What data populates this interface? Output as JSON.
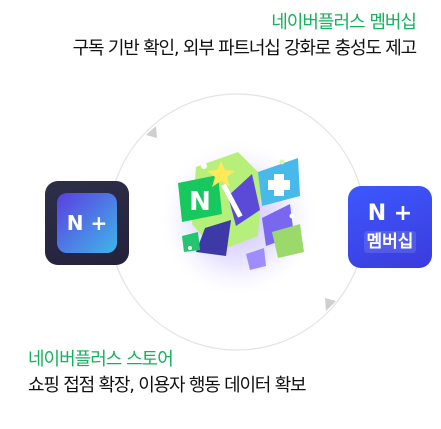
{
  "top": {
    "title": "네이버플러스 멤버십",
    "description": "구독 기반 확인, 외부 파트너십 강화로 충성도 제고"
  },
  "bottom": {
    "title": "네이버플러스 스토어",
    "description": "쇼핑 접점 확장, 이용자 행동 데이터 확보"
  },
  "left_icon": {
    "label": "N +"
  },
  "right_icon": {
    "label": "N +",
    "caption": "멤버십"
  },
  "center_graphic": {
    "label": "N"
  },
  "colors": {
    "accent_green": "#17b15d",
    "text_dark": "#111111",
    "membership_blue": "#3b4cf0",
    "store_dark": "#2b2b45",
    "glow_purple": "#b9a9ff"
  }
}
